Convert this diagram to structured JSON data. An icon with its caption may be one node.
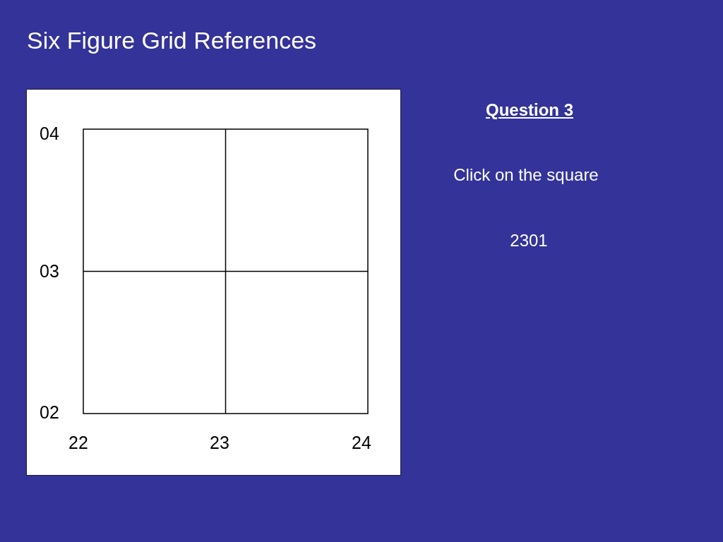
{
  "diagram": {
    "title": "Six Figure Grid References",
    "labels": [
      "04",
      "03",
      "02",
      "22",
      "23",
      "24",
      "Question 3",
      "Click on the square",
      "2301"
    ]
  }
}
